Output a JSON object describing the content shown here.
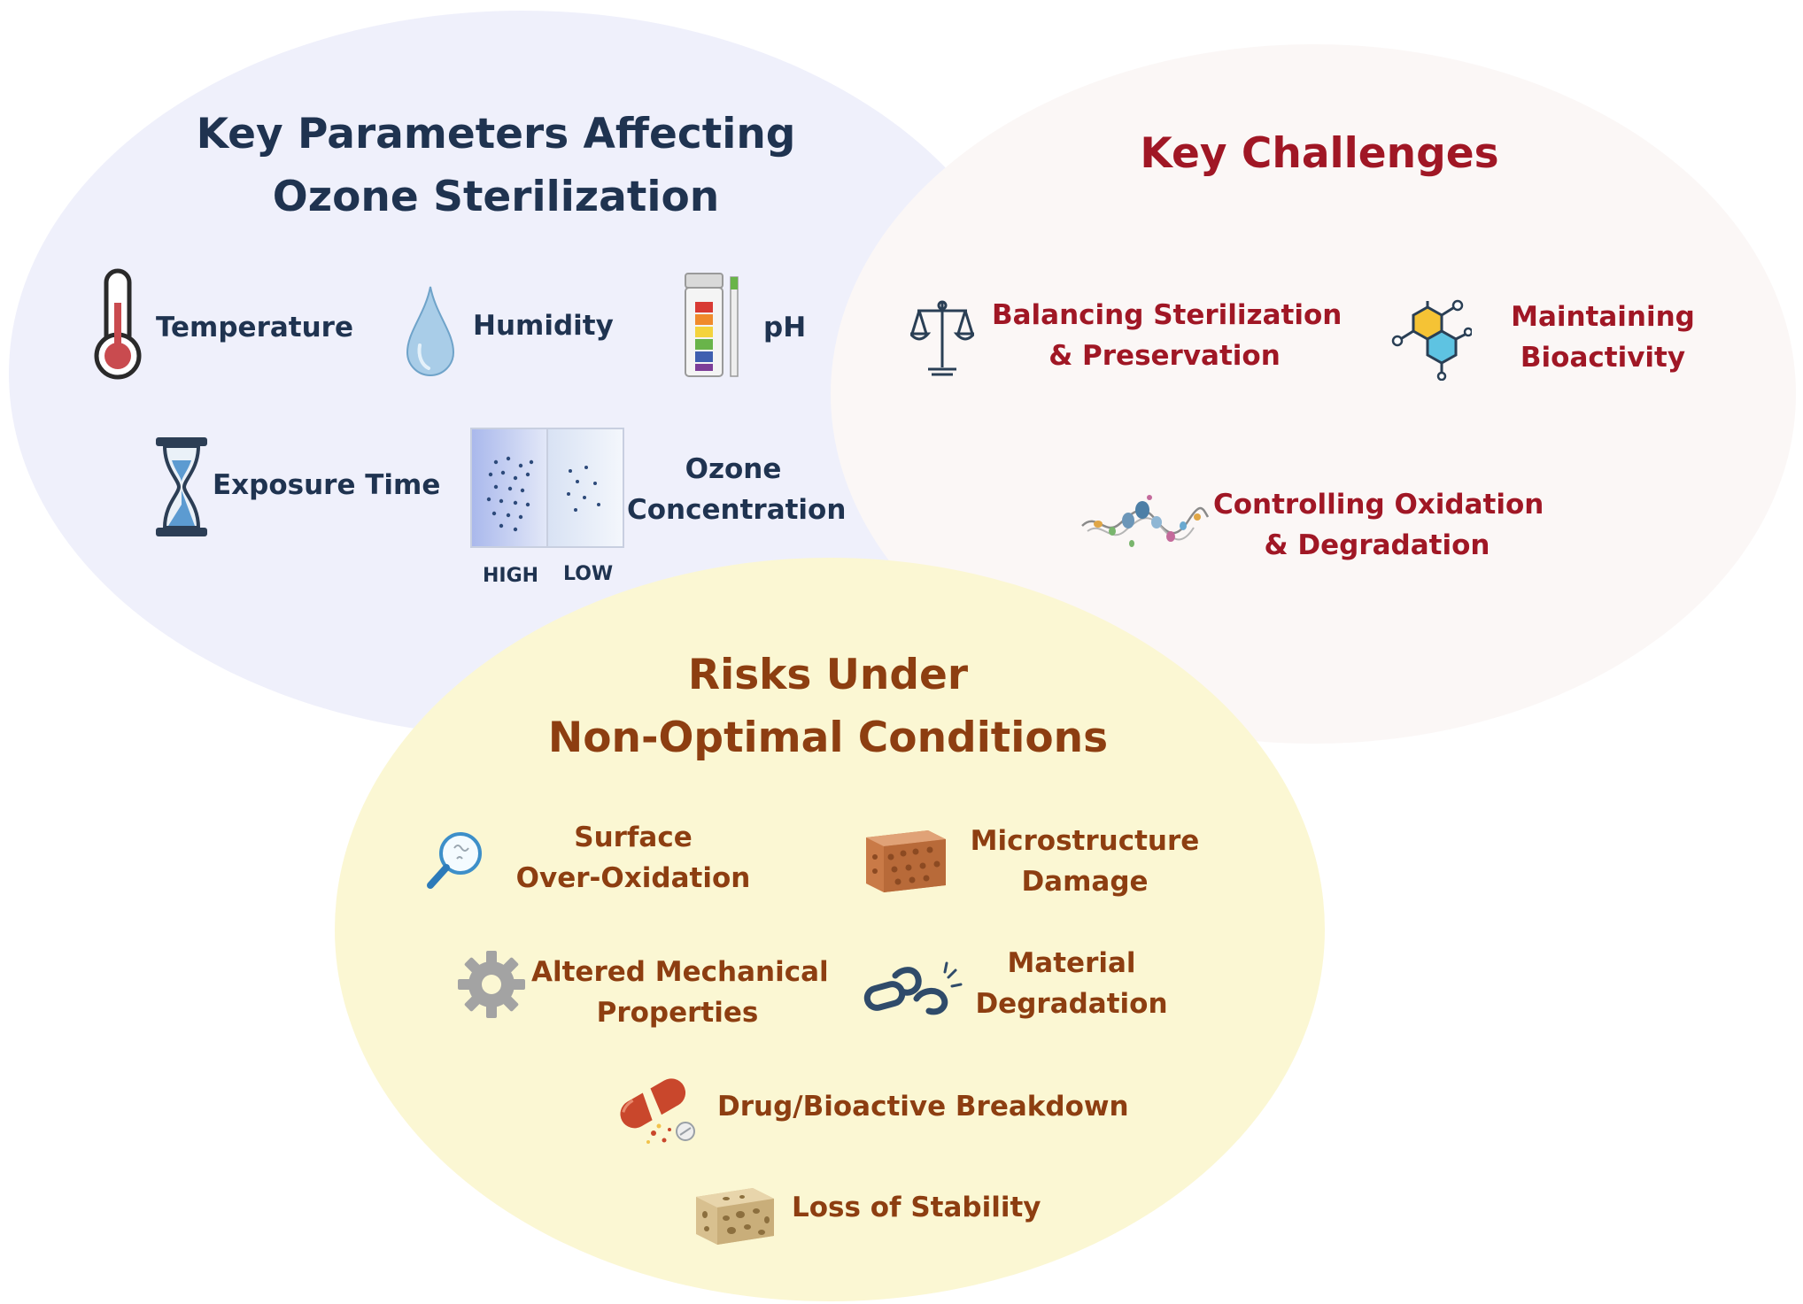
{
  "parameters": {
    "title_line1": "Key Parameters Affecting",
    "title_line2": "Ozone Sterilization",
    "items": {
      "temperature": "Temperature",
      "humidity": "Humidity",
      "ph": "pH",
      "exposure_time": "Exposure Time",
      "ozone_line1": "Ozone",
      "ozone_line2": "Concentration",
      "high": "HIGH",
      "low": "LOW"
    }
  },
  "challenges": {
    "title": "Key Challenges",
    "balancing_line1": "Balancing Sterilization",
    "balancing_line2": "& Preservation",
    "bioactivity_line1": "Maintaining",
    "bioactivity_line2": "Bioactivity",
    "oxidation_line1": "Controlling Oxidation",
    "oxidation_line2": "& Degradation"
  },
  "risks": {
    "title_line1": "Risks Under",
    "title_line2": "Non-Optimal Conditions",
    "surface_line1": "Surface",
    "surface_line2": "Over-Oxidation",
    "micro_line1": "Microstructure",
    "micro_line2": "Damage",
    "mech_line1": "Altered Mechanical",
    "mech_line2": "Properties",
    "material_line1": "Material",
    "material_line2": "Degradation",
    "drug": "Drug/Bioactive Breakdown",
    "stability": "Loss of Stability"
  },
  "colors": {
    "parameters_bg": "#eff0fb",
    "challenges_bg": "#fbf7f6",
    "risks_bg": "#fbf7d3",
    "parameters_text": "#1f3350",
    "challenges_text": "#a01725",
    "risks_text": "#8d3e11"
  },
  "icons": {
    "temperature": "thermometer-icon",
    "humidity": "water-drop-icon",
    "ph": "ph-test-strip-icon",
    "exposure_time": "hourglass-icon",
    "ozone": "ozone-concentration-panels-icon",
    "balancing": "balance-scale-icon",
    "bioactivity": "molecule-icon",
    "oxidation": "polymer-chain-icon",
    "surface": "magnifier-icon",
    "micro": "porous-block-icon",
    "mech": "gear-icon",
    "material": "broken-chain-icon",
    "drug": "broken-capsule-icon",
    "stability": "sponge-icon"
  }
}
